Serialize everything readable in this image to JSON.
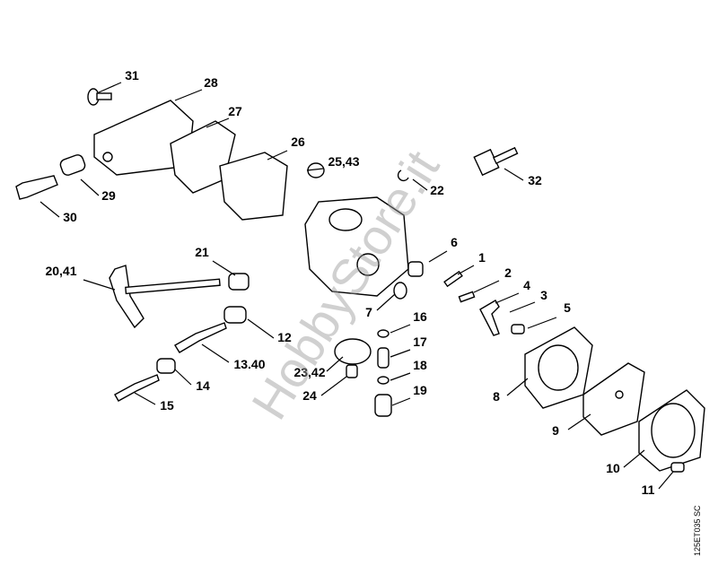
{
  "diagram": {
    "callouts": [
      "31",
      "28",
      "27",
      "26",
      "25,43",
      "22",
      "32",
      "29",
      "30",
      "21",
      "20,41",
      "6",
      "1",
      "2",
      "4",
      "3",
      "5",
      "7",
      "12",
      "16",
      "17",
      "13.40",
      "23,42",
      "18",
      "24",
      "14",
      "19",
      "15",
      "8",
      "9",
      "10",
      "11"
    ],
    "drawing_code": "125ET035 SC",
    "watermark": "HobbyStore.it"
  }
}
